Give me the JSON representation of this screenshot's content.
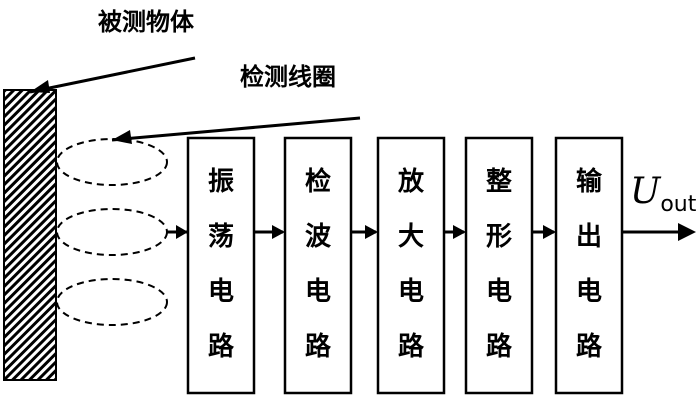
{
  "labels": {
    "object": "被测物体",
    "coil": "检测线圈"
  },
  "blocks": [
    {
      "id": "oscillator",
      "text": "振荡电路"
    },
    {
      "id": "detector",
      "text": "检波电路"
    },
    {
      "id": "amplifier",
      "text": "放大电路"
    },
    {
      "id": "shaper",
      "text": "整形电路"
    },
    {
      "id": "output",
      "text": "输出电路"
    }
  ],
  "output_signal": {
    "symbol": "U",
    "subscript": "out"
  }
}
